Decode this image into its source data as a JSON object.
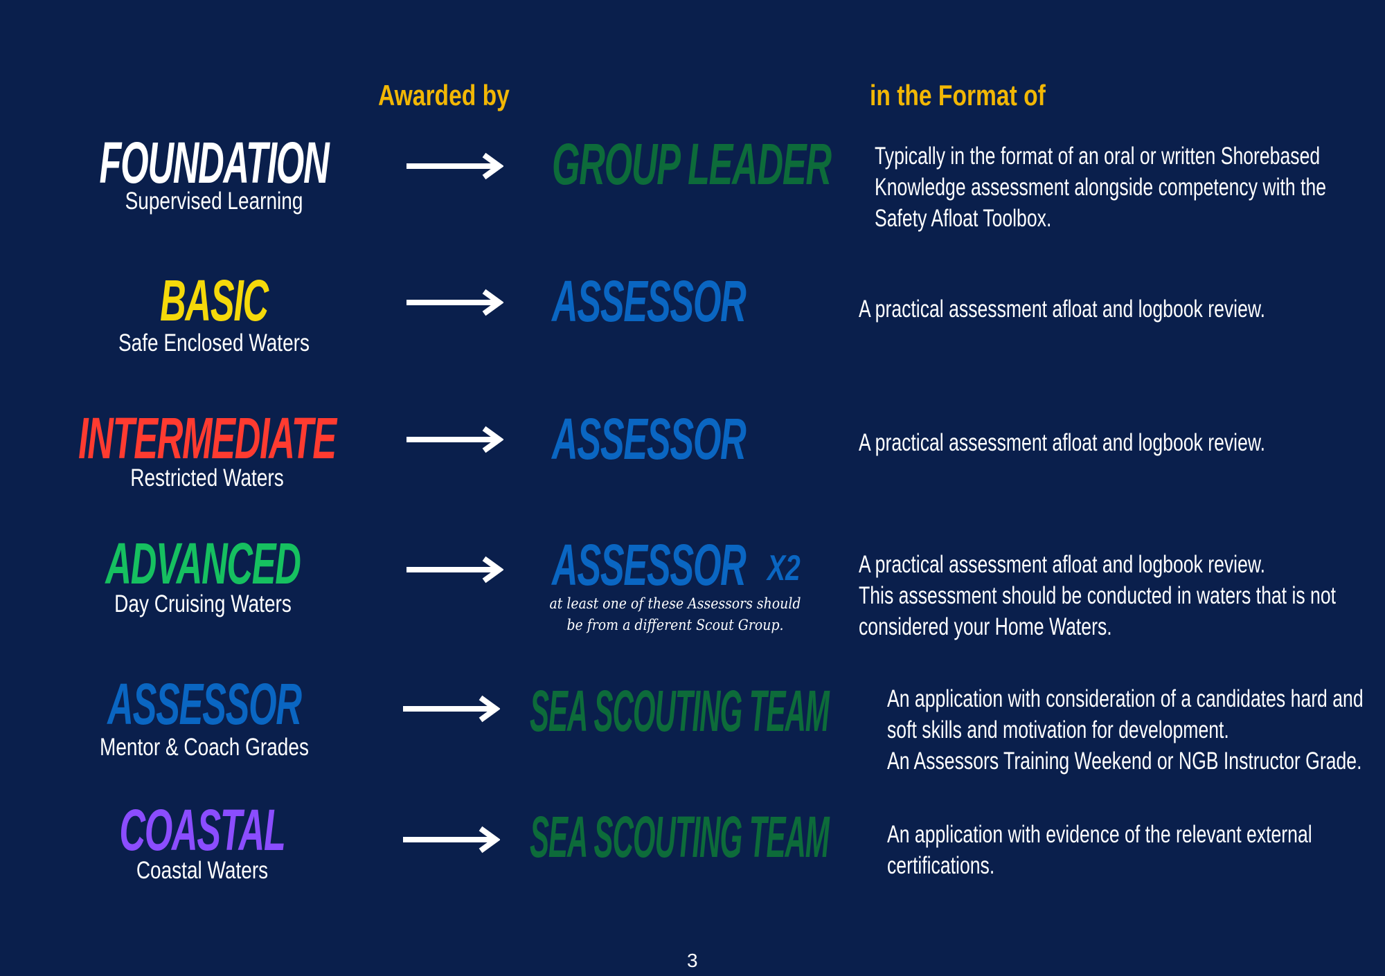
{
  "headers": {
    "awarded_by": "Awarded by",
    "format_of": "in the Format of"
  },
  "rows": [
    {
      "title": "FOUNDATION",
      "subtitle": "Supervised Learning",
      "title_color": "#ffffff",
      "awarded_by": "GROUP LEADER",
      "award_color": "#0d6b3a",
      "format": [
        "Typically in the format of an oral or written Shorebased",
        "Knowledge assessment alongside competency with the",
        "Safety Afloat Toolbox."
      ]
    },
    {
      "title": "BASIC",
      "subtitle": "Safe Enclosed Waters",
      "title_color": "#f5d90a",
      "awarded_by": "ASSESSOR",
      "award_color": "#0a66c2",
      "format": [
        "A practical assessment afloat and logbook review."
      ]
    },
    {
      "title": "INTERMEDIATE",
      "subtitle": "Restricted Waters",
      "title_color": "#ff3b30",
      "awarded_by": "ASSESSOR",
      "award_color": "#0a66c2",
      "format": [
        "A practical assessment afloat and logbook review."
      ]
    },
    {
      "title": "ADVANCED",
      "subtitle": "Day Cruising Waters",
      "title_color": "#16c060",
      "awarded_by": "ASSESSOR",
      "award_color": "#0a66c2",
      "award_suffix": "X2",
      "award_note": [
        "at least one of these Assessors should",
        "be from a different Scout Group."
      ],
      "format": [
        "A practical assessment afloat and logbook review.",
        "This assessment should be conducted in waters that is not",
        "considered your Home Waters."
      ]
    },
    {
      "title": "ASSESSOR",
      "subtitle": "Mentor & Coach Grades",
      "title_color": "#0a66c2",
      "awarded_by": "SEA SCOUTING TEAM",
      "award_color": "#0d6b3a",
      "format": [
        "An application with consideration of a candidates hard and",
        "soft skills and motivation for development.",
        "An Assessors Training Weekend or NGB Instructor Grade."
      ]
    },
    {
      "title": "COASTAL",
      "subtitle": "Coastal Waters",
      "title_color": "#8b4dff",
      "awarded_by": "SEA SCOUTING TEAM",
      "award_color": "#0d6b3a",
      "format": [
        "An application with evidence of the relevant external",
        "certifications."
      ]
    }
  ],
  "page_number": "3"
}
